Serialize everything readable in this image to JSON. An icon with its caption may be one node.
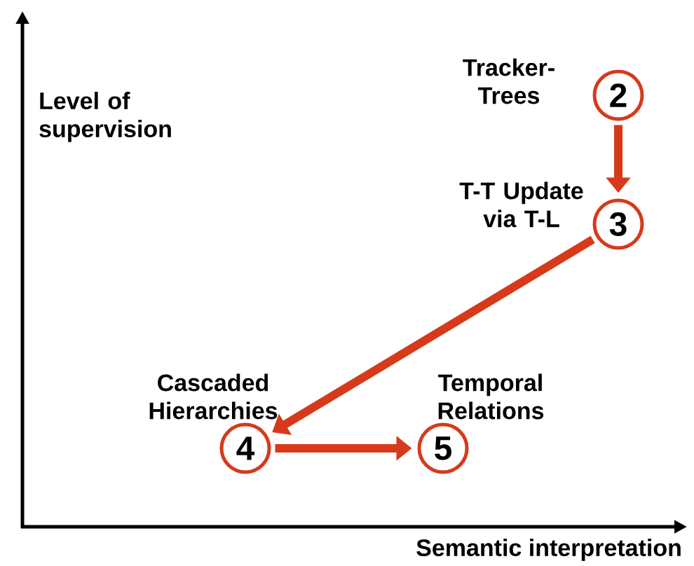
{
  "diagram": {
    "nodes": [
      {
        "text": [
          "2"
        ],
        "beside": [
          "Tracker-Trees"
        ]
      },
      {
        "text": [
          "3"
        ],
        "beside": [
          "T-T Update via T-L"
        ]
      },
      {
        "text": [
          "4"
        ],
        "beside": [
          "Cascaded Hierarchies"
        ]
      },
      {
        "text": [
          "5"
        ],
        "beside": [
          "Temporal Relations"
        ]
      }
    ],
    "edges": [
      {
        "from": 0,
        "to": 1,
        "arrow": "to"
      },
      {
        "from": 1,
        "to": 2,
        "arrow": "to"
      },
      {
        "from": 2,
        "to": 3,
        "arrow": "to"
      }
    ],
    "labels": [
      "Level of supervision",
      "Semantic interpretation"
    ]
  }
}
